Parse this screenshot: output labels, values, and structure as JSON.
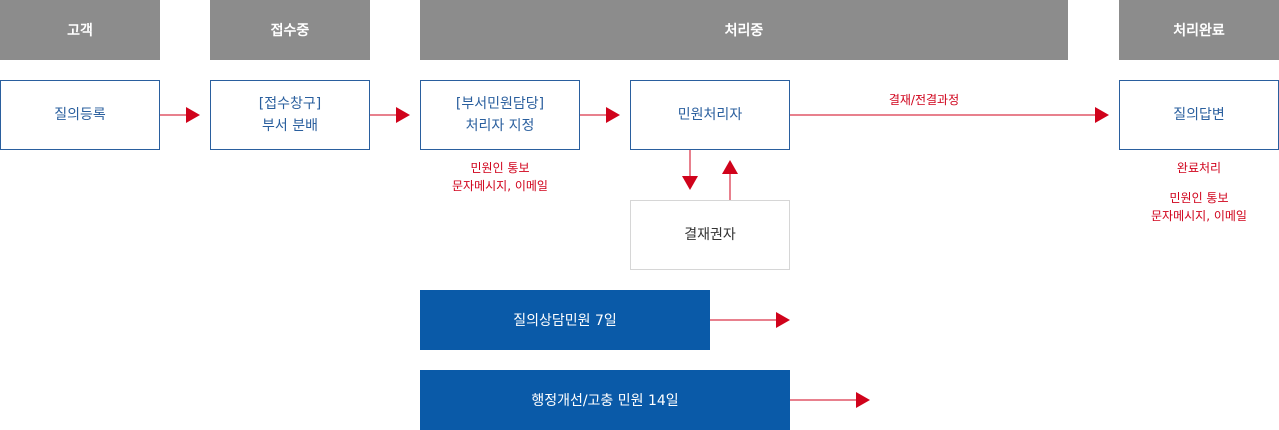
{
  "stages": [
    "고객",
    "접수중",
    "처리중",
    "처리완료"
  ],
  "boxes": {
    "register": [
      "질의등록"
    ],
    "reception": [
      "[접수창구]",
      "부서 분배"
    ],
    "dept": [
      "[부서민원담당]",
      "처리자 지정"
    ],
    "handler": [
      "민원처리자"
    ],
    "approver": [
      "결재권자"
    ],
    "answer": [
      "질의답변"
    ]
  },
  "notes": {
    "dept_notify": [
      "민원인 통보",
      "문자메시지, 이메일"
    ],
    "done": [
      "완료처리"
    ],
    "done_notify": [
      "민원인 통보",
      "문자메시지, 이메일"
    ]
  },
  "approval_label": "결재/전결과정",
  "bars": {
    "consult": "질의상담민원 7일",
    "admin": "행정개선/고충 민원 14일"
  },
  "colors": {
    "header": "#8c8c8c",
    "box_border": "#2a5f9e",
    "accent_red": "#d0021b",
    "bar_blue": "#0a5aa8"
  }
}
